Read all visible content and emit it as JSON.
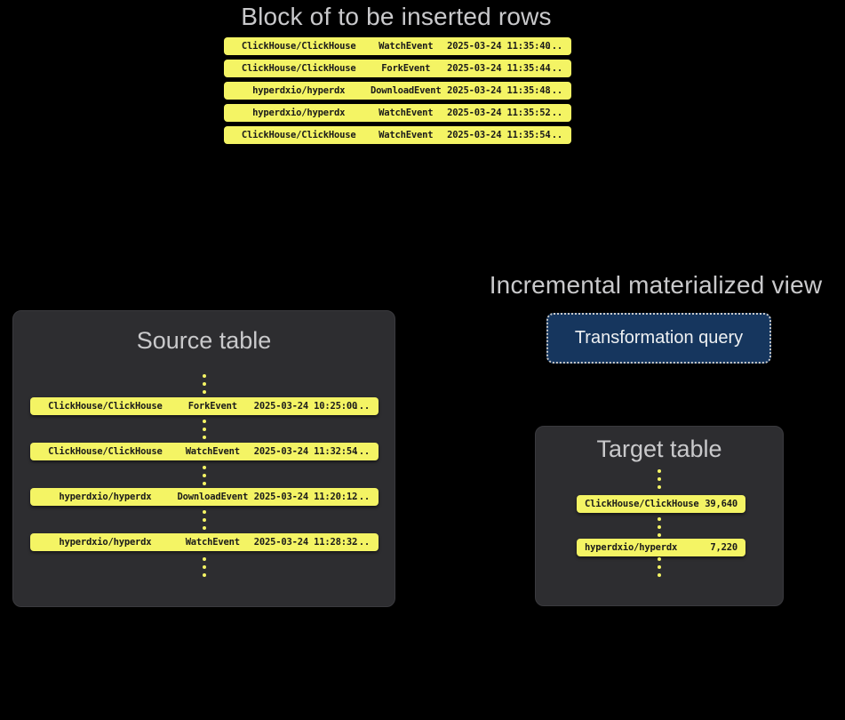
{
  "colors": {
    "background": "#000000",
    "row_yellow": "#f4f464",
    "row_text": "#1a1a1a",
    "panel_bg": "#2d2d30",
    "title_gray": "#c9c9cb",
    "button_navy": "#16365e",
    "button_border": "#c9c9c9",
    "button_text": "#eef0f2"
  },
  "insert_block": {
    "title": "Block of to be inserted rows",
    "rows": [
      {
        "repo": "ClickHouse/ClickHouse",
        "event": "WatchEvent",
        "timestamp": "2025-03-24 11:35:40",
        "more": "..."
      },
      {
        "repo": "ClickHouse/ClickHouse",
        "event": "ForkEvent",
        "timestamp": "2025-03-24 11:35:44",
        "more": "..."
      },
      {
        "repo": "hyperdxio/hyperdx",
        "event": "DownloadEvent",
        "timestamp": "2025-03-24 11:35:48",
        "more": "..."
      },
      {
        "repo": "hyperdxio/hyperdx",
        "event": "WatchEvent",
        "timestamp": "2025-03-24 11:35:52",
        "more": "..."
      },
      {
        "repo": "ClickHouse/ClickHouse",
        "event": "WatchEvent",
        "timestamp": "2025-03-24 11:35:54",
        "more": "..."
      }
    ]
  },
  "source_table": {
    "title": "Source table",
    "rows": [
      {
        "repo": "ClickHouse/ClickHouse",
        "event": "ForkEvent",
        "timestamp": "2025-03-24 10:25:00",
        "more": "..."
      },
      {
        "repo": "ClickHouse/ClickHouse",
        "event": "WatchEvent",
        "timestamp": "2025-03-24 11:32:54",
        "more": "..."
      },
      {
        "repo": "hyperdxio/hyperdx",
        "event": "DownloadEvent",
        "timestamp": "2025-03-24 11:20:12",
        "more": "..."
      },
      {
        "repo": "hyperdxio/hyperdx",
        "event": "WatchEvent",
        "timestamp": "2025-03-24 11:28:32",
        "more": "..."
      }
    ]
  },
  "materialized_view": {
    "title": "Incremental materialized view",
    "button_label": "Transformation query"
  },
  "target_table": {
    "title": "Target table",
    "rows": [
      {
        "repo": "ClickHouse/ClickHouse",
        "count": "39,640"
      },
      {
        "repo": "hyperdxio/hyperdx",
        "count": "7,220"
      }
    ]
  }
}
